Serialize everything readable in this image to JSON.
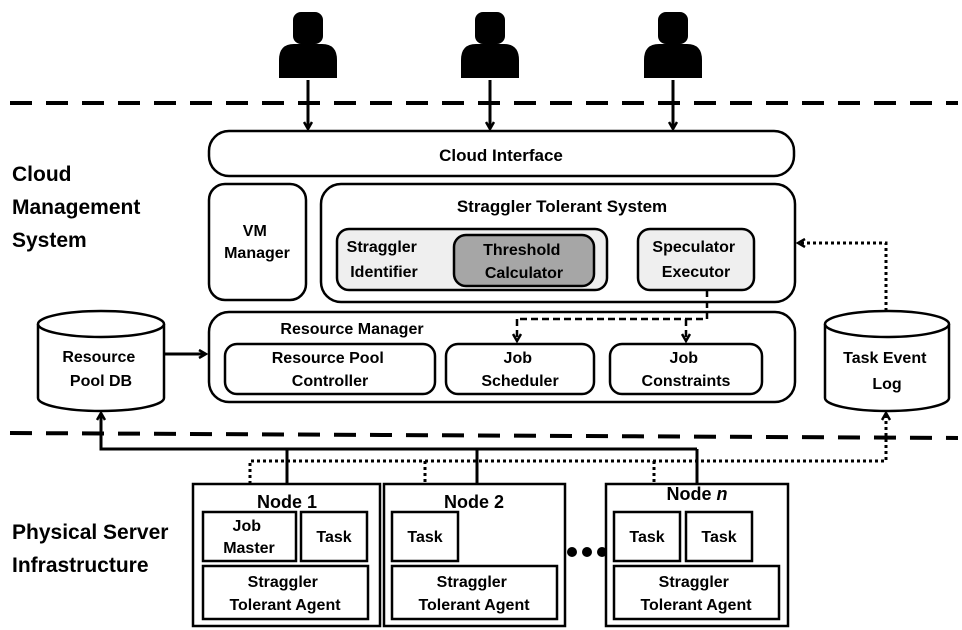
{
  "layers": {
    "cloud": [
      "Cloud",
      "Management",
      "System"
    ],
    "physical": [
      "Physical Server",
      "Infrastructure"
    ]
  },
  "cloud_interface": "Cloud Interface",
  "vm_manager": [
    "VM",
    "Manager"
  ],
  "sts": {
    "title": "Straggler Tolerant System",
    "identifier": [
      "Straggler",
      "Identifier"
    ],
    "threshold": [
      "Threshold",
      "Calculator"
    ],
    "speculator": [
      "Speculator",
      "Executor"
    ]
  },
  "resource_manager": {
    "title": "Resource Manager",
    "pool_controller": [
      "Resource Pool",
      "Controller"
    ],
    "job_scheduler": [
      "Job",
      "Scheduler"
    ],
    "job_constraints": [
      "Job",
      "Constraints"
    ]
  },
  "resource_pool_db": [
    "Resource",
    "Pool DB"
  ],
  "task_event_log": [
    "Task Event",
    "Log"
  ],
  "nodes": {
    "node1": {
      "title": "Node 1",
      "job_master": [
        "Job",
        "Master"
      ],
      "task": "Task",
      "agent": [
        "Straggler",
        "Tolerant Agent"
      ]
    },
    "node2": {
      "title": "Node 2",
      "task": "Task",
      "agent": [
        "Straggler",
        "Tolerant Agent"
      ]
    },
    "noden": {
      "title_prefix": "Node ",
      "title_var": "n",
      "task1": "Task",
      "task2": "Task",
      "agent": [
        "Straggler",
        "Tolerant Agent"
      ]
    }
  },
  "colors": {
    "stroke": "#000000",
    "light_fill": "#efefef",
    "dark_fill": "#a6a6a6"
  }
}
